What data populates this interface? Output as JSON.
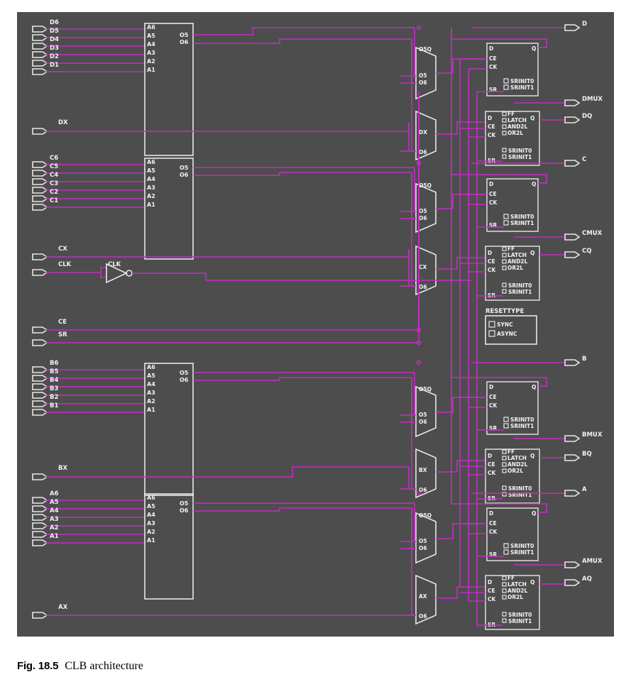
{
  "figure": {
    "number": "Fig. 18.5",
    "caption": "CLB architecture"
  },
  "colors": {
    "background": "#4d4d4d",
    "wire": "#c22ec2",
    "outline": "#e8e8e8",
    "text": "#f2f2f2",
    "page": "#ffffff"
  },
  "diagram": {
    "title": "CLB architecture",
    "lut_inputs": [
      "A6",
      "A5",
      "A4",
      "A3",
      "A2",
      "A1"
    ],
    "lut_outputs": [
      "O5",
      "O6"
    ],
    "ff_inputs": [
      "D",
      "CE",
      "CK"
    ],
    "ff_output": "Q",
    "ff_sr_pin": "SR",
    "ff_init_options": [
      "SRINIT0",
      "SRINIT1"
    ],
    "latch_mode_options": [
      "FF",
      "LATCH",
      "AND2L",
      "OR2L"
    ],
    "mux_q_label": "O5Q",
    "mux_q_inputs": [
      "O5",
      "O6"
    ],
    "mux_x_inputs_second": "O6",
    "resettype": {
      "title": "RESETTYPE",
      "options": [
        "SYNC",
        "ASYNC"
      ]
    },
    "clock_buffer_label": "CLK",
    "slices": [
      {
        "name": "D",
        "data_inputs": [
          "D6",
          "D5",
          "D4",
          "D3",
          "D2",
          "D1"
        ],
        "bypass_input": "DX",
        "mux_top_label": "O5Q",
        "mux_bot_label": "DX",
        "outputs": [
          "D",
          "DMUX",
          "DQ"
        ]
      },
      {
        "name": "C",
        "data_inputs": [
          "C6",
          "C5",
          "C4",
          "C3",
          "C2",
          "C1"
        ],
        "bypass_input": "CX",
        "mux_top_label": "O5Q",
        "mux_bot_label": "CX",
        "outputs": [
          "C",
          "CMUX",
          "CQ"
        ]
      },
      {
        "name": "B",
        "data_inputs": [
          "B6",
          "B5",
          "B4",
          "B3",
          "B2",
          "B1"
        ],
        "bypass_input": "BX",
        "mux_top_label": "O5Q",
        "mux_bot_label": "BX",
        "outputs": [
          "B",
          "BMUX",
          "BQ"
        ]
      },
      {
        "name": "A",
        "data_inputs": [
          "A6",
          "A5",
          "A4",
          "A3",
          "A2",
          "A1"
        ],
        "bypass_input": "AX",
        "mux_top_label": "O5Q",
        "mux_bot_label": "AX",
        "outputs": [
          "A",
          "AMUX",
          "AQ"
        ]
      }
    ],
    "global_inputs": [
      "CX",
      "CLK",
      "CE",
      "SR",
      "BX",
      "AX"
    ],
    "all_outputs": [
      "D",
      "DMUX",
      "DQ",
      "C",
      "CMUX",
      "CQ",
      "B",
      "BMUX",
      "BQ",
      "A",
      "AMUX",
      "AQ"
    ]
  }
}
